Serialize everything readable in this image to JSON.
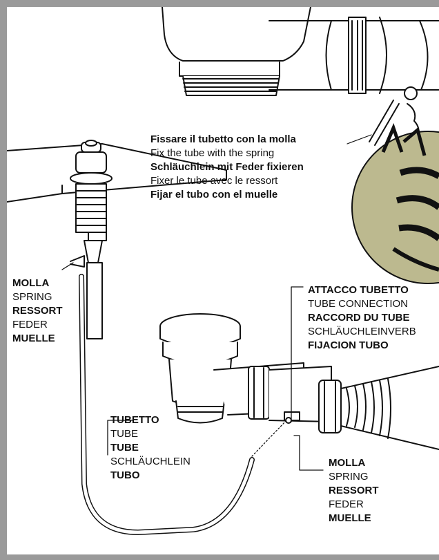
{
  "colors": {
    "frame": "#9a9a9a",
    "line": "#111111",
    "pipe_fill": "#ffffff",
    "detail_bg": "#bcb98f"
  },
  "labels": {
    "fix_tube": [
      "Fissare il tubetto con la molla",
      "Fix the tube with the spring",
      "Schläuchlein mit Feder fixieren",
      "Fixer le tube avec le ressort",
      "Fijar el tubo con el muelle"
    ],
    "spring_left": [
      "MOLLA",
      "SPRING",
      "RESSORT",
      "FEDER",
      "MUELLE"
    ],
    "tube_connection": [
      "ATTACCO TUBETTO",
      "TUBE CONNECTION",
      "RACCORD DU TUBE",
      "SCHLÄUCHLEINVERB",
      "FIJACION TUBO"
    ],
    "tube": [
      "TUBETTO",
      "TUBE",
      "TUBE",
      "SCHLÄUCHLEIN",
      "TUBO"
    ],
    "spring_bottom": [
      "MOLLA",
      "SPRING",
      "RESSORT",
      "FEDER",
      "MUELLE"
    ]
  },
  "icons": [
    "drain-pipe-illustration",
    "pop-up-valve-illustration",
    "waste-drain-illustration",
    "spring-detail-icon",
    "tube-icon"
  ]
}
